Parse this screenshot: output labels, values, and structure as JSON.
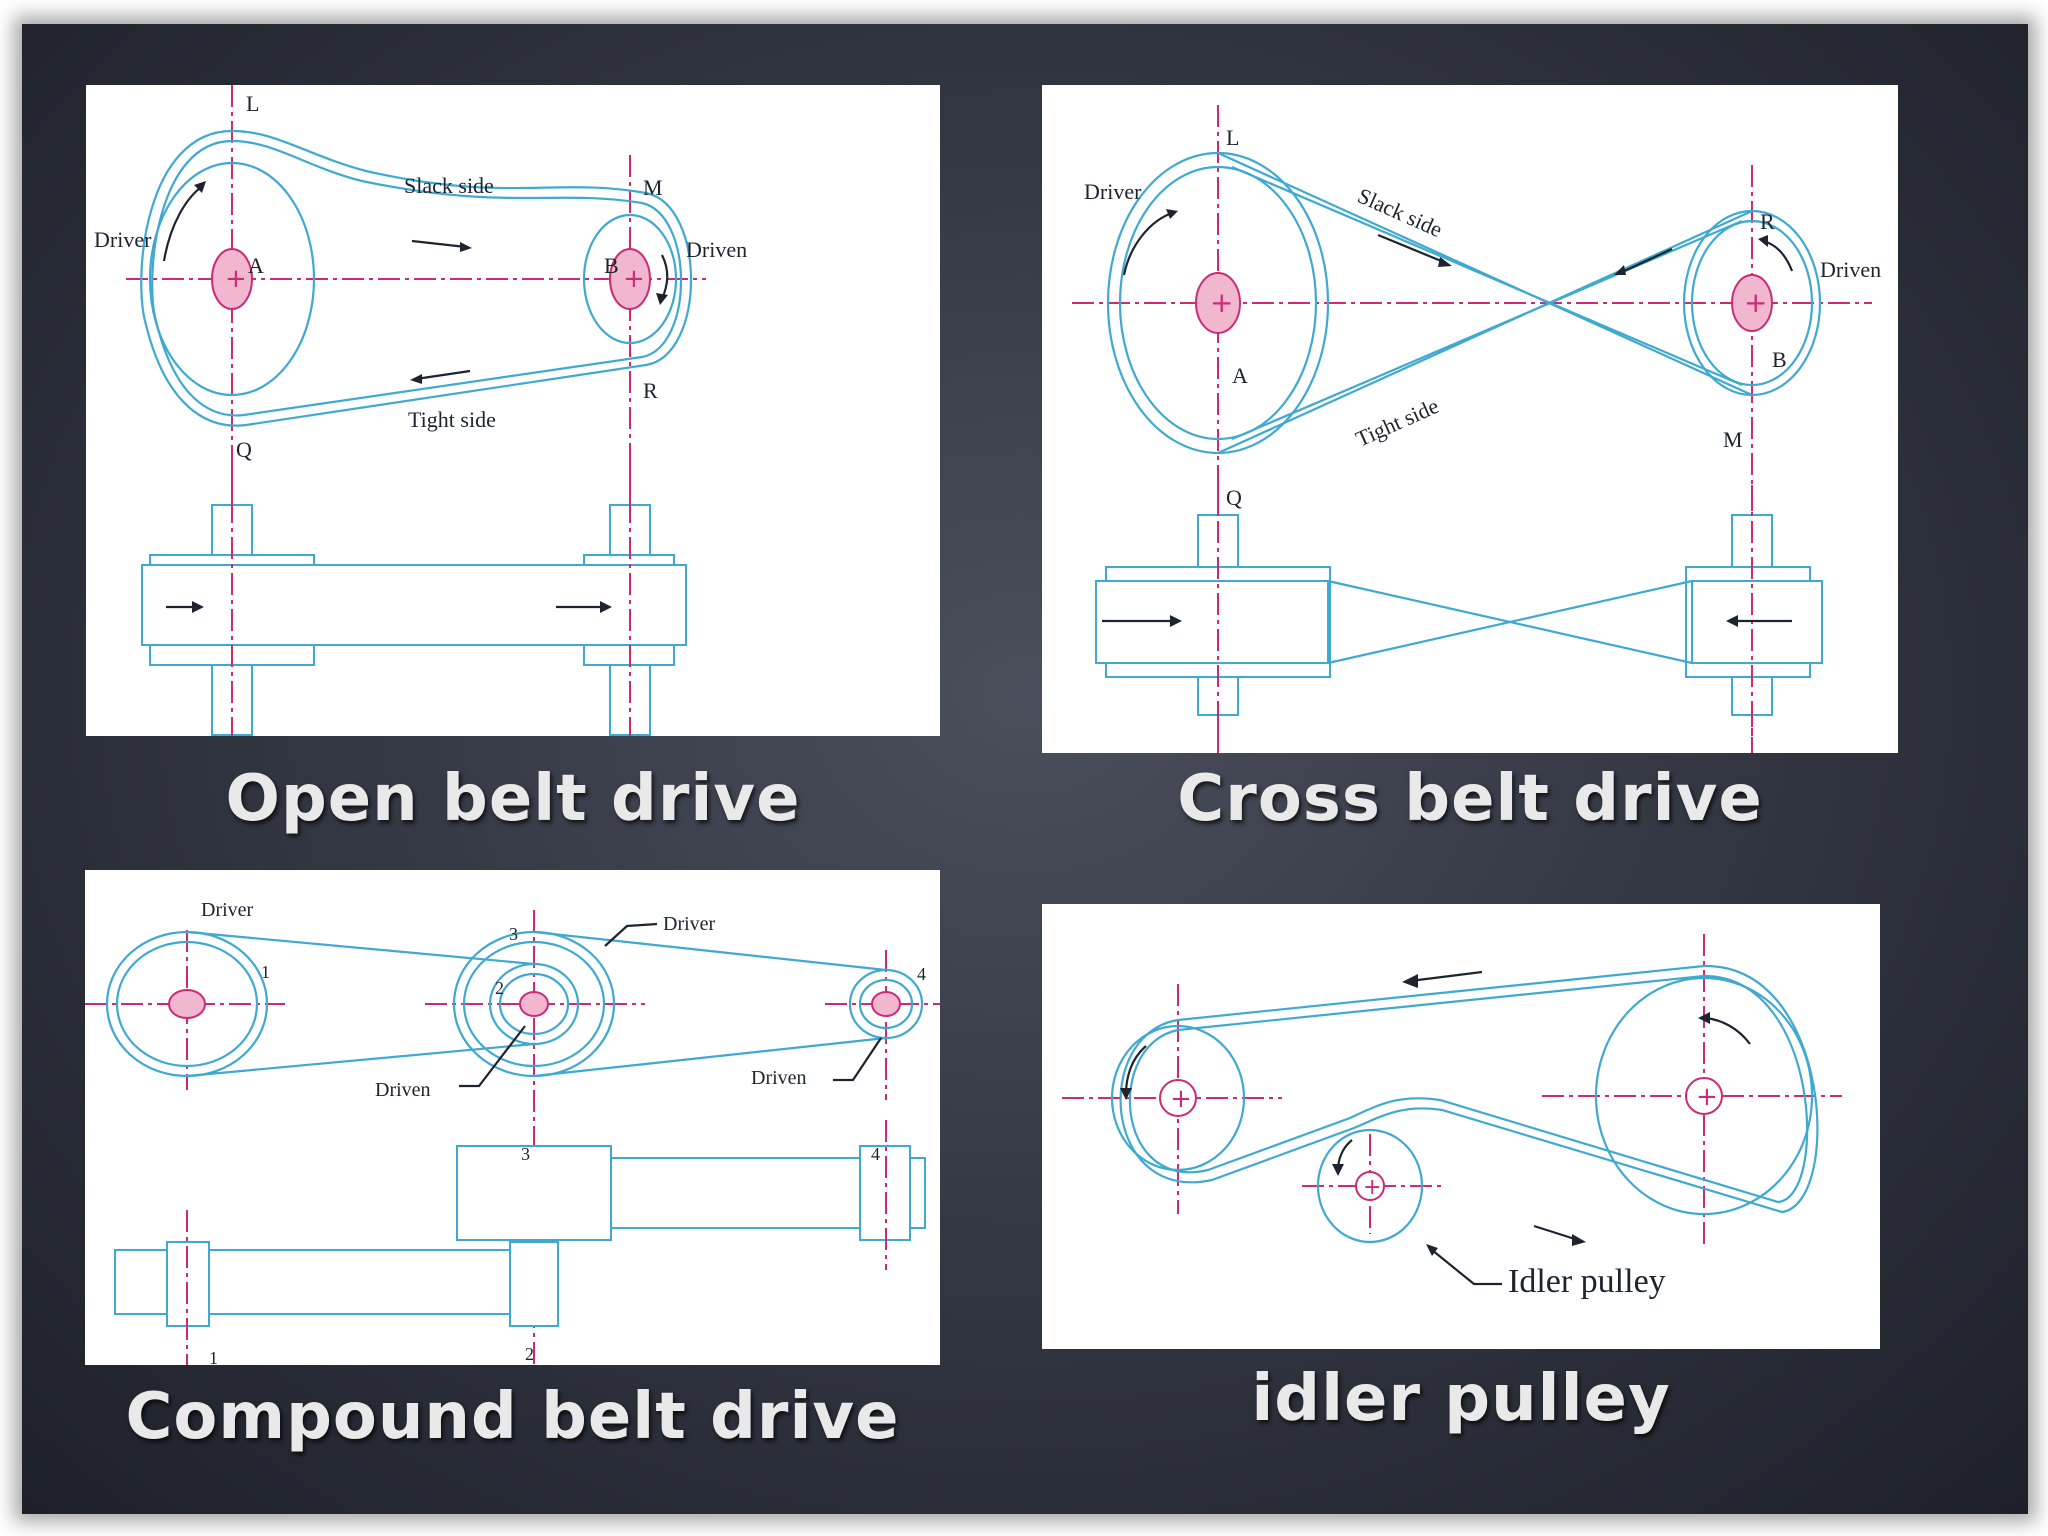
{
  "panels": {
    "open": {
      "caption": "Open belt drive",
      "labels": {
        "L": "L",
        "M": "M",
        "R": "R",
        "Q": "Q",
        "A": "A",
        "B": "B",
        "driver": "Driver",
        "driven": "Driven",
        "slack": "Slack side",
        "tight": "Tight side"
      }
    },
    "cross": {
      "caption": "Cross belt drive",
      "labels": {
        "L": "L",
        "R": "R",
        "M": "M",
        "Q": "Q",
        "A": "A",
        "B": "B",
        "driver": "Driver",
        "driven": "Driven",
        "slack": "Slack side",
        "tight": "Tight side"
      }
    },
    "compound": {
      "caption": "Compound belt drive",
      "labels": {
        "driver1": "Driver",
        "driver2": "Driver",
        "driven1": "Driven",
        "driven2": "Driven",
        "n1": "1",
        "n2": "2",
        "n3": "3",
        "n4": "4",
        "s1": "1",
        "s2": "2",
        "s3": "3",
        "s4": "4"
      }
    },
    "idler": {
      "caption": "idler pulley",
      "labels": {
        "idler": "Idler pulley"
      }
    }
  },
  "colors": {
    "belt": "#3fa9cf",
    "centerline": "#cc2a76",
    "text": "#1d2430",
    "background": "#30343f"
  }
}
